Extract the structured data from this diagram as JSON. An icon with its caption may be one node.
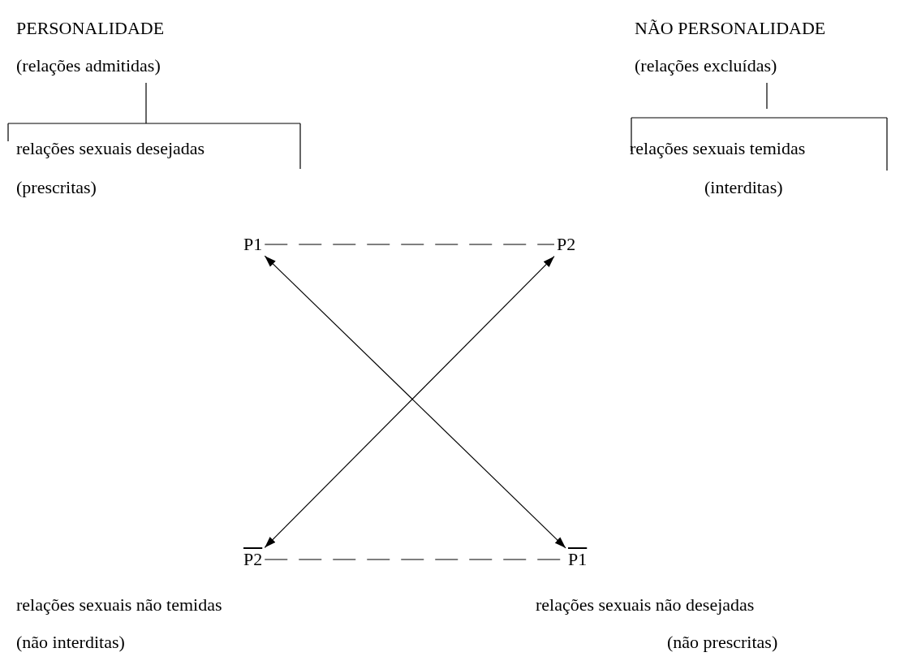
{
  "diagram": {
    "nodes": [
      {
        "text": [
          "P1"
        ]
      },
      {
        "text": [
          "P2"
        ]
      },
      {
        "text": [
          "P2"
        ]
      },
      {
        "text": [
          "P1"
        ]
      }
    ],
    "edges": [
      {
        "from": 0,
        "to": 1,
        "arrow": "none",
        "style": "dashed"
      },
      {
        "from": 0,
        "to": 3,
        "arrow": "both"
      },
      {
        "from": 1,
        "to": 2,
        "arrow": "both"
      },
      {
        "from": 2,
        "to": 3,
        "arrow": "none",
        "style": "dashed"
      }
    ],
    "labels": [
      "PERSONALIDADE",
      "NÃO PERSONALIDADE",
      "(relações admitidas)",
      "(relações excluídas)",
      "relações sexuais desejadas",
      "relações sexuais temidas",
      "(prescritas)",
      "(interditas)",
      "relações sexuais não temidas",
      "relações sexuais não desejadas",
      "(não interditas)",
      "(não prescritas)"
    ]
  }
}
